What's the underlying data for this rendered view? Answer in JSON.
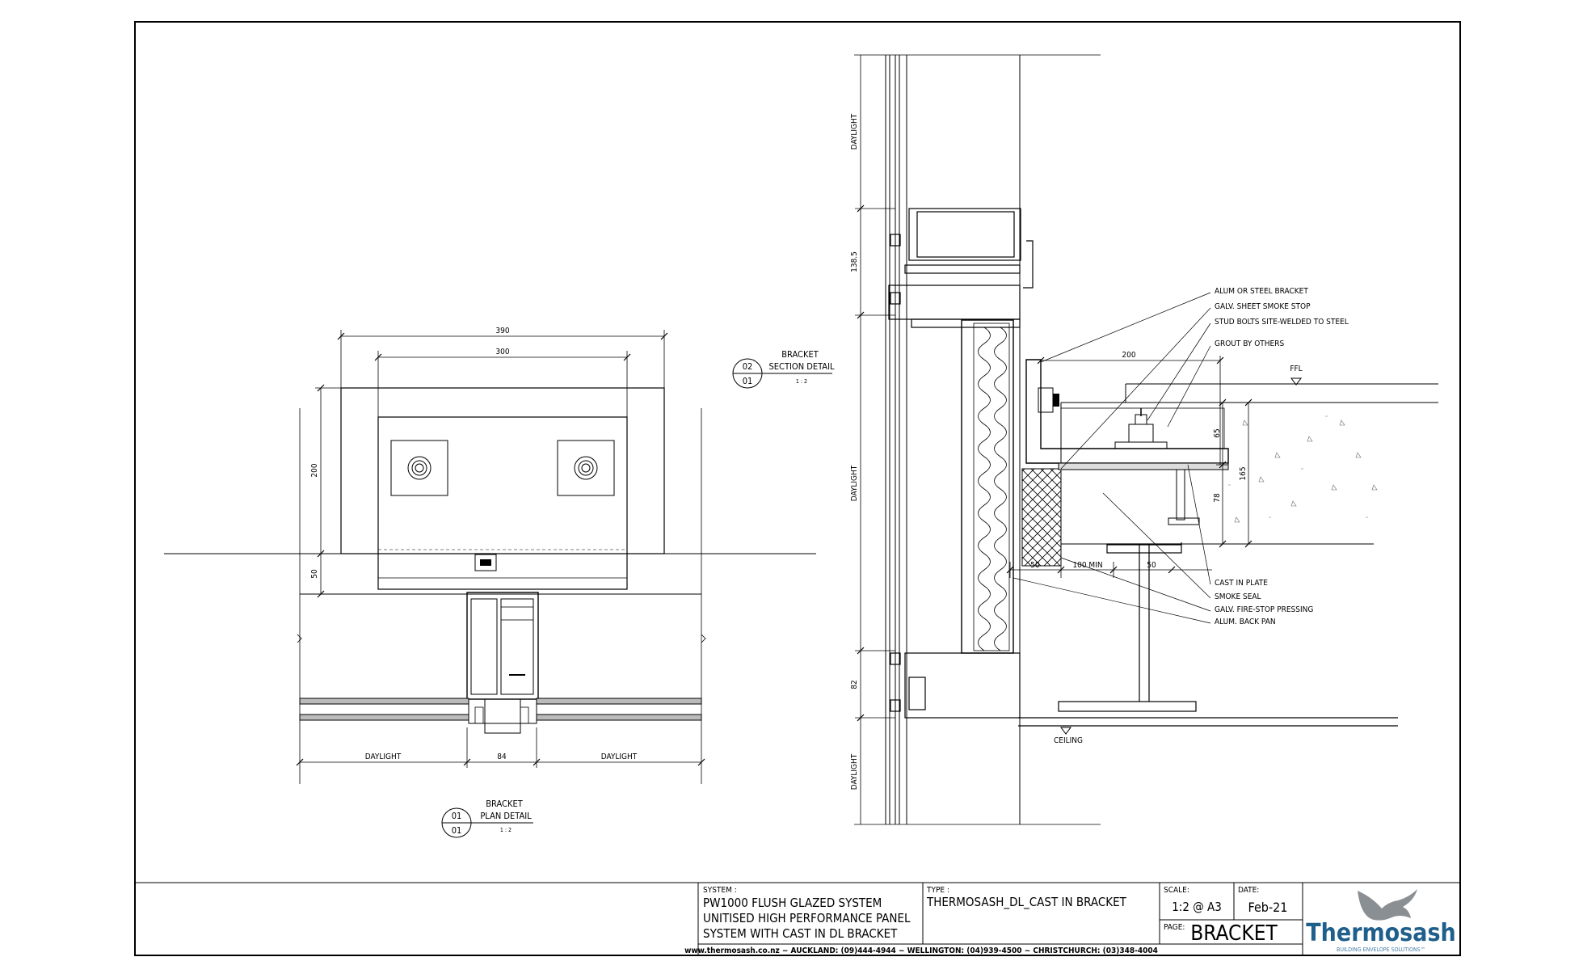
{
  "plan_detail": {
    "dims": {
      "overall_width": "390",
      "plate_width": "300",
      "depth": "200",
      "edge": "50",
      "daylight_left": "DAYLIGHT",
      "mullion": "84",
      "daylight_right": "DAYLIGHT"
    },
    "tag": {
      "title_1": "BRACKET",
      "title_2": "PLAN DETAIL",
      "num_top": "01",
      "num_bottom": "01",
      "scale": "1 : 2"
    }
  },
  "section_detail": {
    "tag": {
      "title_1": "BRACKET",
      "title_2": "SECTION DETAIL",
      "num_top": "02",
      "num_bottom": "01",
      "scale": "1 : 2"
    },
    "vertical_dims": {
      "daylight_top": "DAYLIGHT",
      "transom": "138.5",
      "daylight_mid": "DAYLIGHT",
      "sill": "82",
      "daylight_bottom": "DAYLIGHT"
    },
    "dims": {
      "bracket": "200",
      "slab_top": "65",
      "slab_total": "165",
      "slab_lower": "78",
      "edge": "50",
      "min": "100 MIN",
      "edge2": "50"
    },
    "levels": {
      "ffl": "FFL",
      "ceiling": "CEILING"
    },
    "labels_top": [
      "ALUM OR STEEL BRACKET",
      "GALV. SHEET SMOKE STOP",
      "STUD BOLTS SITE-WELDED TO STEEL",
      "GROUT BY OTHERS"
    ],
    "labels_bottom": [
      "CAST IN PLATE",
      "SMOKE SEAL",
      "GALV. FIRE-STOP PRESSING",
      "ALUM. BACK PAN"
    ]
  },
  "title_block": {
    "system_label": "SYSTEM :",
    "system_lines": [
      "PW1000 FLUSH GLAZED SYSTEM",
      "UNITISED HIGH PERFORMANCE PANEL",
      "SYSTEM WITH CAST IN DL BRACKET"
    ],
    "type_label": "TYPE :",
    "type_value": "THERMOSASH_DL_CAST IN BRACKET",
    "scale_label": "SCALE:",
    "scale_value": "1:2 @ A3",
    "date_label": "DATE:",
    "date_value": "Feb-21",
    "page_label": "PAGE:",
    "page_value": "BRACKET",
    "footer": "www.thermosash.co.nz ~ AUCKLAND: (09)444-4944 ~ WELLINGTON: (04)939-4500 ~ CHRISTCHURCH: (03)348-4004",
    "logo_text": "Thermosash",
    "logo_tagline": "BUILDING ENVELOPE SOLUTIONS™",
    "brand_color": "#1f5f8b",
    "logo_mark_color": "#8a8f94"
  }
}
